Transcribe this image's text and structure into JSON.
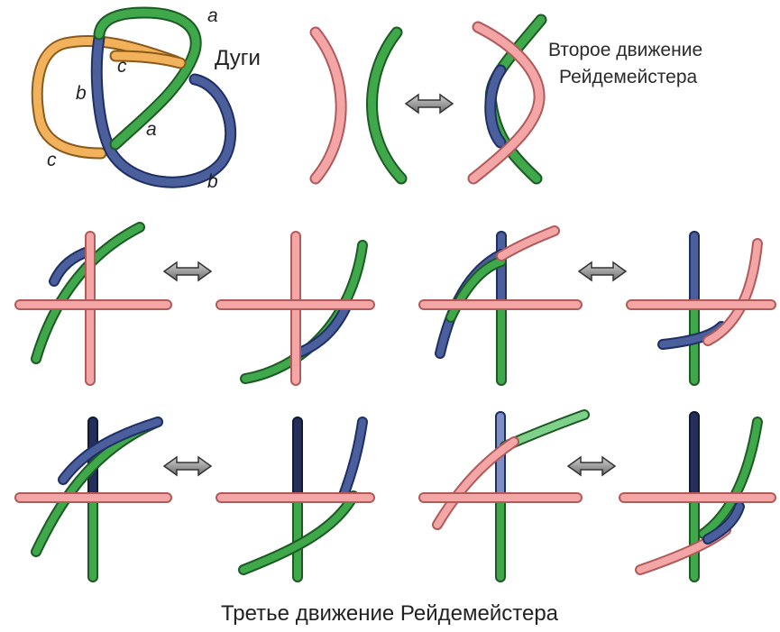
{
  "labels": {
    "a": "a",
    "b": "b",
    "c": "c",
    "arcs": "Дуги"
  },
  "second_move": {
    "line1": "Второе движение",
    "line2": "Рейдемейстера"
  },
  "third_move_caption": "Третье движение Рейдемейстера",
  "colors": {
    "pink": "#f4a6a6",
    "green": "#3fa84a",
    "blue": "#4b5f9c",
    "orange": "#f2b25c",
    "arrow": "#8a8a8a"
  }
}
